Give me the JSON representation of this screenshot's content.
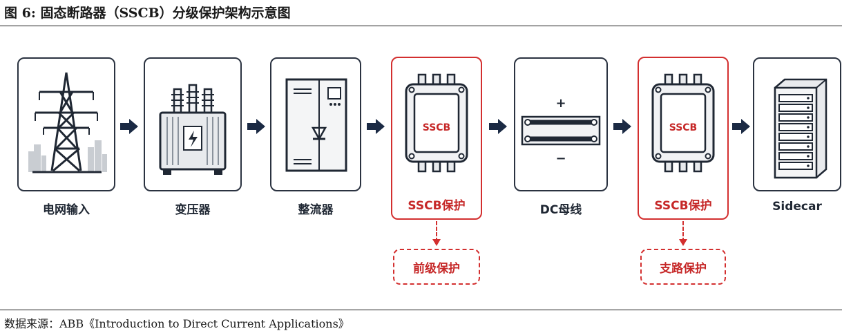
{
  "figure_title": "图 6:  固态断路器（SSCB）分级保护架构示意图",
  "source_note": "数据来源：ABB《Introduction to Direct Current Applications》",
  "nodes": [
    {
      "label": "电网输入",
      "icon": "power-tower-icon"
    },
    {
      "label": "变压器",
      "icon": "transformer-icon"
    },
    {
      "label": "整流器",
      "icon": "rectifier-icon"
    },
    {
      "label": "SSCB保护",
      "icon": "sscb-module-icon",
      "device_text": "SSCB"
    },
    {
      "label": "DC母线",
      "icon": "dc-busbar-icon",
      "plus": "+",
      "minus": "−"
    },
    {
      "label": "SSCB保护",
      "icon": "sscb-module-icon",
      "device_text": "SSCB"
    },
    {
      "label": "Sidecar",
      "icon": "server-rack-icon"
    }
  ],
  "protection_levels": [
    {
      "label": "前级保护"
    },
    {
      "label": "支路保护"
    }
  ],
  "colors": {
    "dark": "#1f2733",
    "accent": "#d32f2f",
    "arrow": "#1b2a44"
  }
}
